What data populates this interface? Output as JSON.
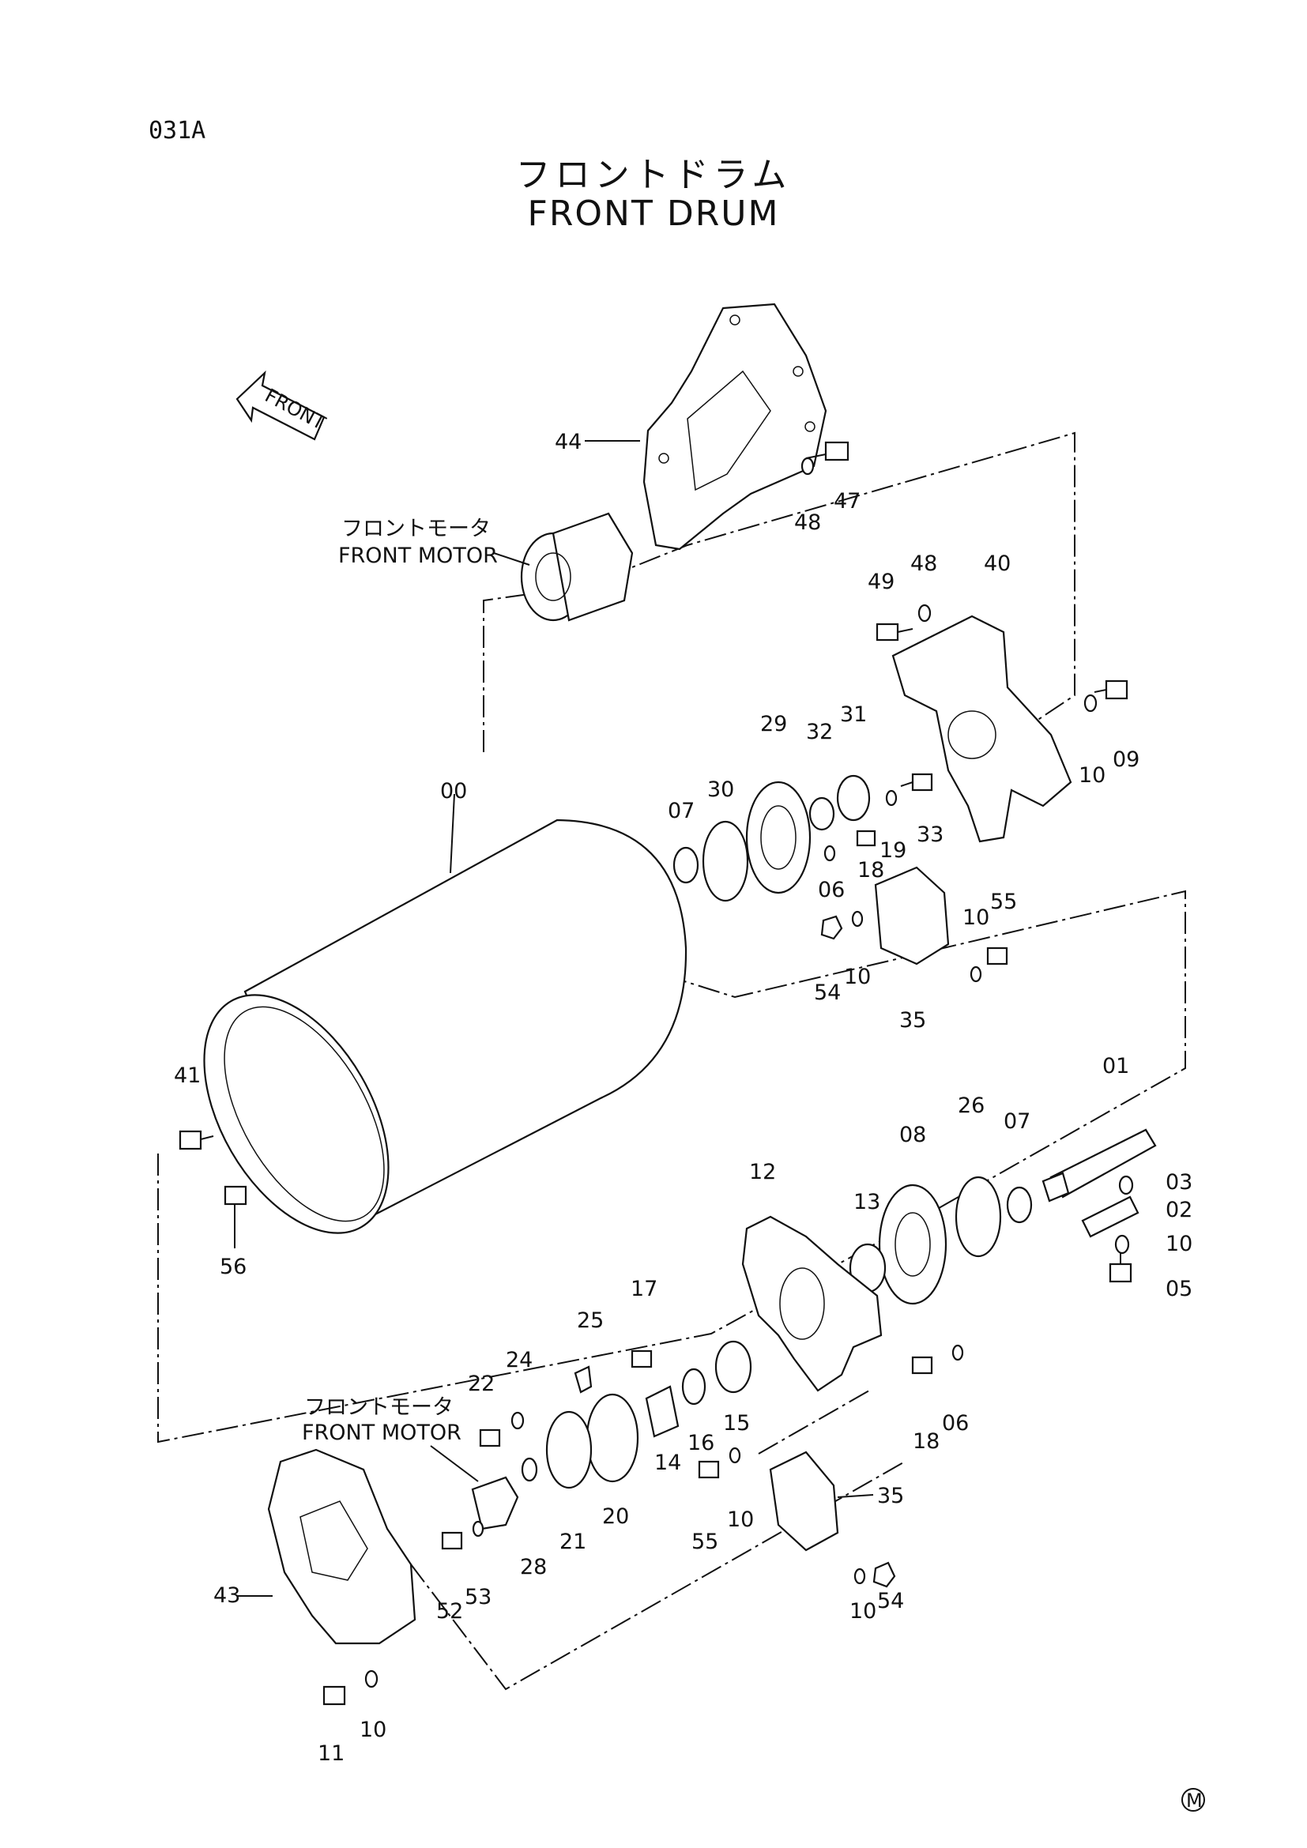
{
  "page_code": "031A",
  "title_jp": "フロントドラム",
  "title_en": "FRONT DRUM",
  "front_arrow_label": "FRONT",
  "front_motor_top": {
    "jp": "フロントモータ",
    "en": "FRONT MOTOR"
  },
  "front_motor_bottom": {
    "jp": "フロントモータ",
    "en": "FRONT MOTOR"
  },
  "mark": "M",
  "callouts": [
    "44",
    "47",
    "48",
    "49",
    "48",
    "40",
    "09",
    "10",
    "31",
    "32",
    "29",
    "30",
    "07",
    "33",
    "19",
    "18",
    "06",
    "00",
    "10",
    "55",
    "54",
    "10",
    "35",
    "41",
    "56",
    "01",
    "26",
    "07",
    "08",
    "03",
    "02",
    "10",
    "05",
    "12",
    "13",
    "17",
    "25",
    "24",
    "22",
    "16",
    "15",
    "14",
    "20",
    "21",
    "28",
    "53",
    "52",
    "43",
    "18",
    "06",
    "35",
    "55",
    "10",
    "10",
    "54",
    "11",
    "10"
  ]
}
